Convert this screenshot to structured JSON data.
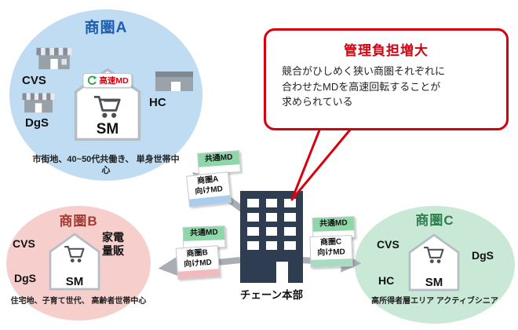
{
  "colors": {
    "accent_red": "#d7000f",
    "region_a_bg": "#bfdcf2",
    "region_b_bg": "#f6cfcd",
    "region_c_bg": "#c9e9d6",
    "md_common_green": "#8fd6a8",
    "md_a_blue": "#a9cdea",
    "md_b_pink": "#f2b9be",
    "md_c_green": "#a8dcc0",
    "building": "#2f3d52",
    "arrow_grey": "#a9aeb5"
  },
  "regions": {
    "a": {
      "title": "商圏A",
      "cvs": "CVS",
      "dgs": "DgS",
      "hc": "HC",
      "badge": "高速MD",
      "sm": "SM",
      "desc": "市街地、40~50代共働き、\n単身世帯中心"
    },
    "b": {
      "title": "商圏B",
      "cvs": "CVS",
      "dgs": "DgS",
      "kaden": "家電\n量販",
      "sm": "SM",
      "desc": "住宅地、子育て世代、\n高齢者世帯中心"
    },
    "c": {
      "title": "商圏C",
      "cvs": "CVS",
      "dgs": "DgS",
      "hc": "HC",
      "sm": "SM",
      "desc": "高所得者層エリア\nアクティブシニア"
    }
  },
  "hq": {
    "label": "チェーン本部"
  },
  "callout": {
    "title": "管理負担増大",
    "body": "競合がひしめく狭い商圏それぞれに\n合わせたMDを高速回転することが\n求められている"
  },
  "md": {
    "common": "共通MD",
    "a": "商圏A\n向けMD",
    "b": "商圏B\n向けMD",
    "c": "商圏C\n向けMD"
  }
}
